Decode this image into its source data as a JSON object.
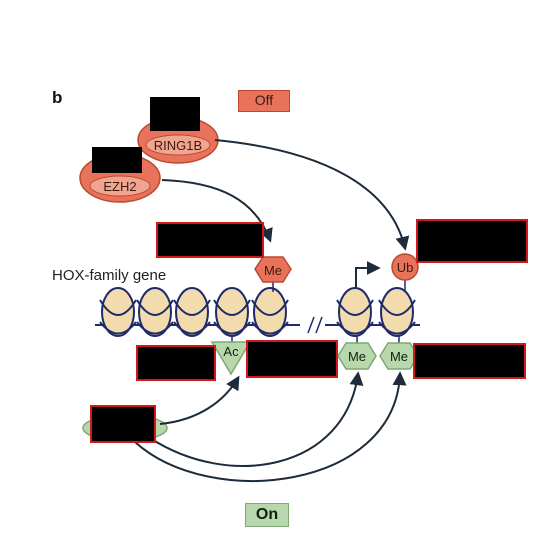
{
  "panel_letter": "b",
  "state_off": "Off",
  "state_on": "On",
  "gene_label": "HOX-family gene",
  "complexes": {
    "ring1b": "RING1B",
    "ezh2": "EZH2"
  },
  "marks": {
    "me_top": "Me",
    "ub": "Ub",
    "ac": "Ac",
    "me_bottom_1": "Me",
    "me_bottom_2": "Me"
  },
  "colors": {
    "repressive": "#e8735a",
    "active": "#b7d8ad",
    "nucleosome": "#f2dcae",
    "dna": "#1f2a6b",
    "arrow": "#1d2b3a",
    "redaction_border": "#d01a1a"
  }
}
